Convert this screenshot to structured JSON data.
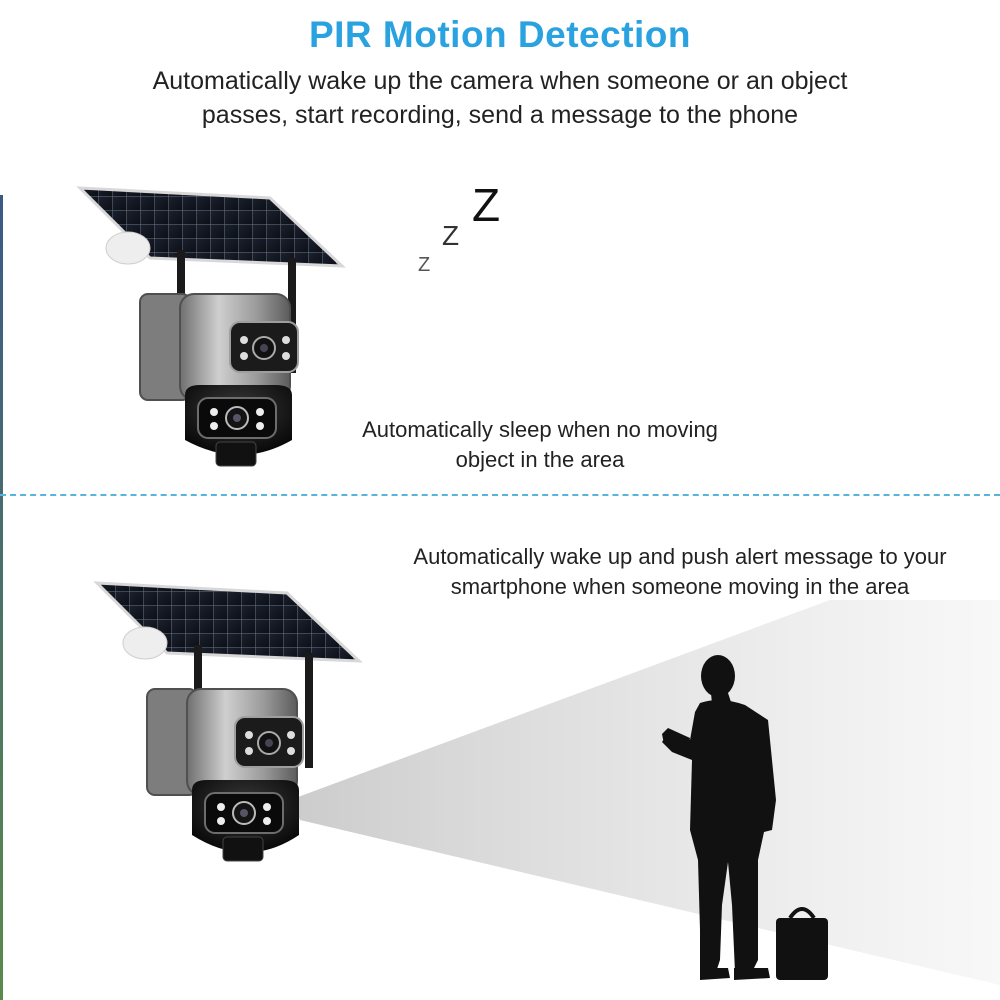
{
  "header": {
    "title": "PIR Motion Detection",
    "subtitle": "Automatically wake up the camera when someone or an object passes, start recording, send a message to the phone"
  },
  "sleep_section": {
    "caption": "Automatically sleep when no moving object in the area",
    "snore": {
      "big": "Z",
      "mid": "Z",
      "small": "Z"
    }
  },
  "wake_section": {
    "caption": "Automatically wake up and push alert message to your smartphone when someone moving in the area"
  },
  "colors": {
    "title": "#2aa2e0",
    "divider": "#57b4dd",
    "text": "#222222",
    "silhouette": "#111111"
  }
}
